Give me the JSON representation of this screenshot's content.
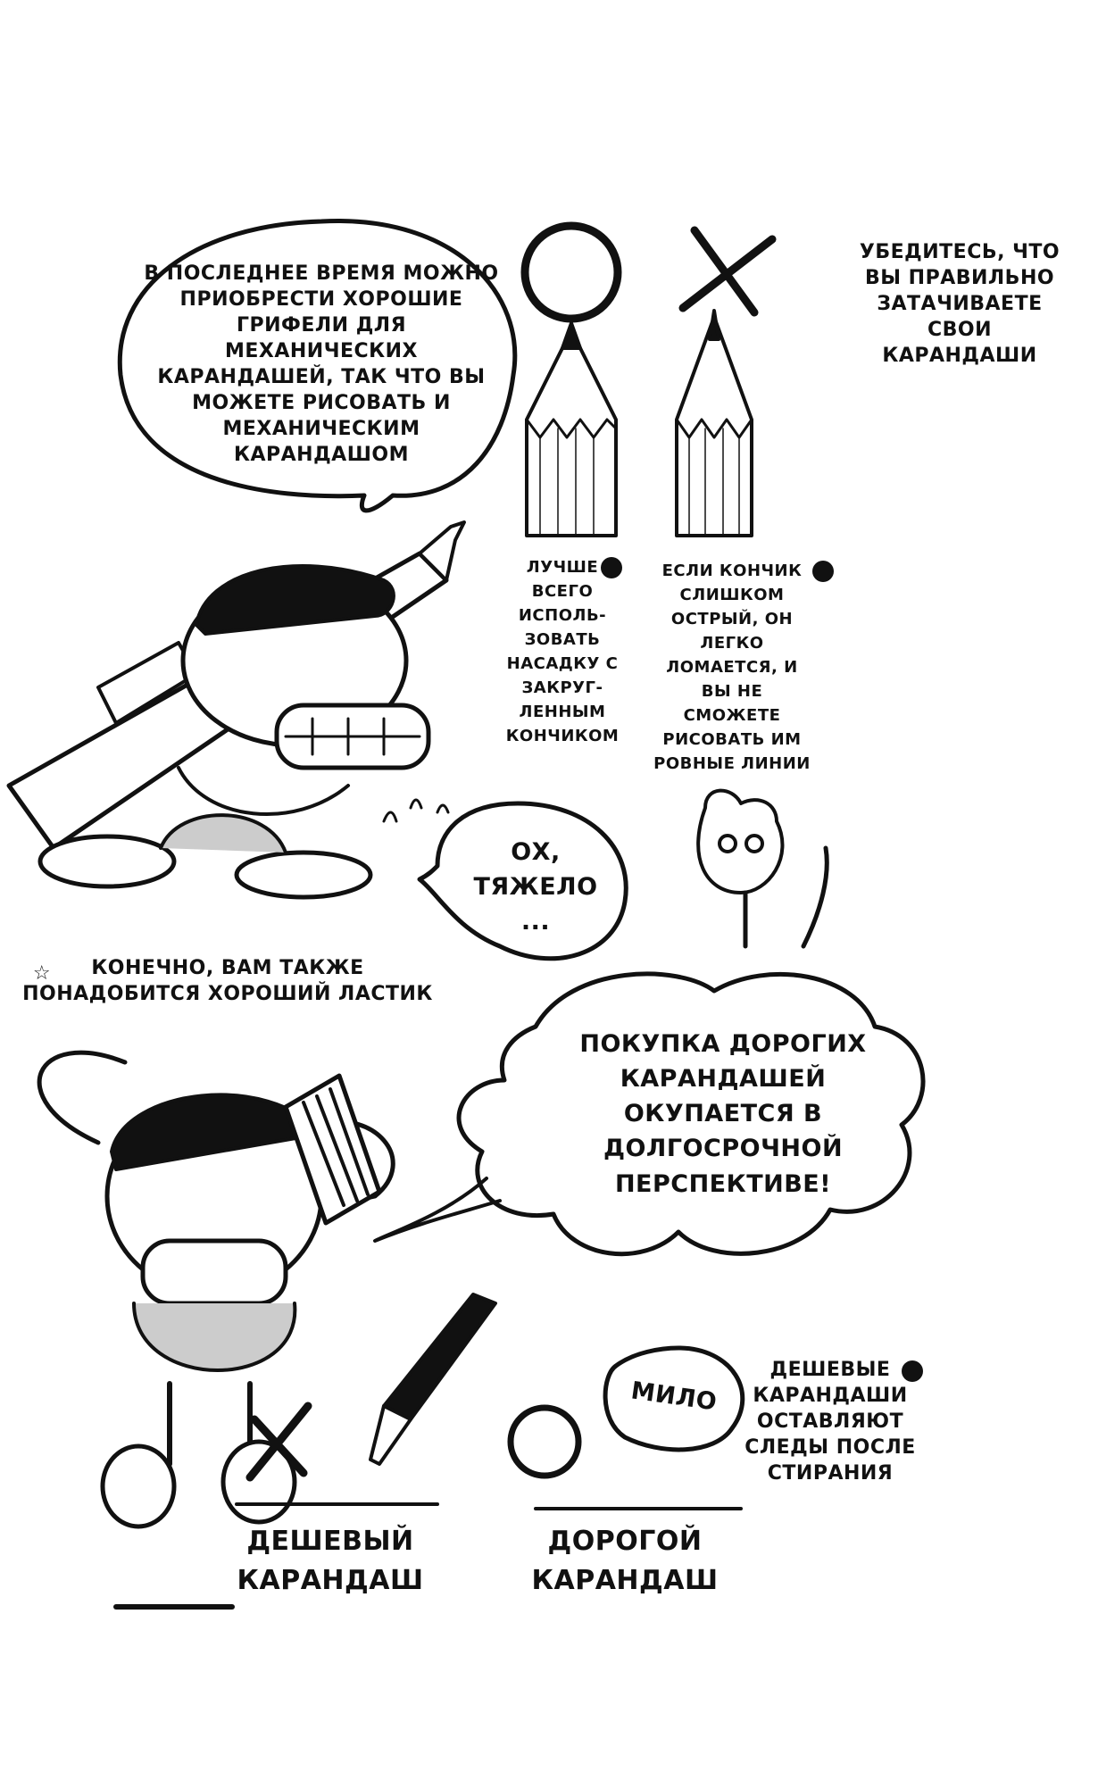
{
  "bubbles": {
    "mechanical": "В ПОСЛЕДНЕЕ ВРЕМЯ МОЖНО\nПРИОБРЕСТИ ХОРОШИЕ\nГРИФЕЛИ ДЛЯ МЕХАНИЧЕСКИХ\nКАРАНДАШЕЙ, ТАК ЧТО ВЫ\nМОЖЕТЕ РИСОВАТЬ И\nМЕХАНИЧЕСКИМ КАРАНДАШОМ",
    "heavy": "ОХ,\nТЯЖЕЛО\n...",
    "expensive": "ПОКУПКА ДОРОГИХ\nКАРАНДАШЕЙ\nОКУПАЕТСЯ В\nДОЛГОСРОЧНОЙ\nПЕРСПЕКТИВЕ!",
    "cute": "МИЛО"
  },
  "notes": {
    "sharpen": "УБЕДИТЕСЬ, ЧТО\nВЫ ПРАВИЛЬНО\nЗАТАЧИВАЕТЕ\nСВОИ КАРАНДАШИ",
    "rounded_tip": "ЛУЧШЕ\nВСЕГО\nИСПОЛЬ-\nЗОВАТЬ\nНАСАДКУ С\nЗАКРУГ-\nЛЕННЫМ\nКОНЧИКОМ",
    "sharp_tip": "ЕСЛИ КОНЧИК\nСЛИШКОМ\nОСТРЫЙ, ОН\nЛЕГКО\nЛОМАЕТСЯ, И\nВЫ НЕ\nСМОЖЕТЕ\nРИСОВАТЬ ИМ\nРОВНЫЕ ЛИНИИ",
    "eraser_star": "☆",
    "eraser": "КОНЕЧНО, ВАМ ТАКЖЕ\nПОНАДОБИТСЯ ХОРОШИЙ ЛАСТИК",
    "cheap_marks": "ДЕШЕВЫЕ\nКАРАНДАШИ\nОСТАВЛЯЮТ\nСЛЕДЫ ПОСЛЕ\nСТИРАНИЯ"
  },
  "labels": {
    "cheap_pencil": "ДЕШЕВЫЙ\nКАРАНДАШ",
    "expensive_pencil": "ДОРОГОЙ\nКАРАНДАШ"
  }
}
